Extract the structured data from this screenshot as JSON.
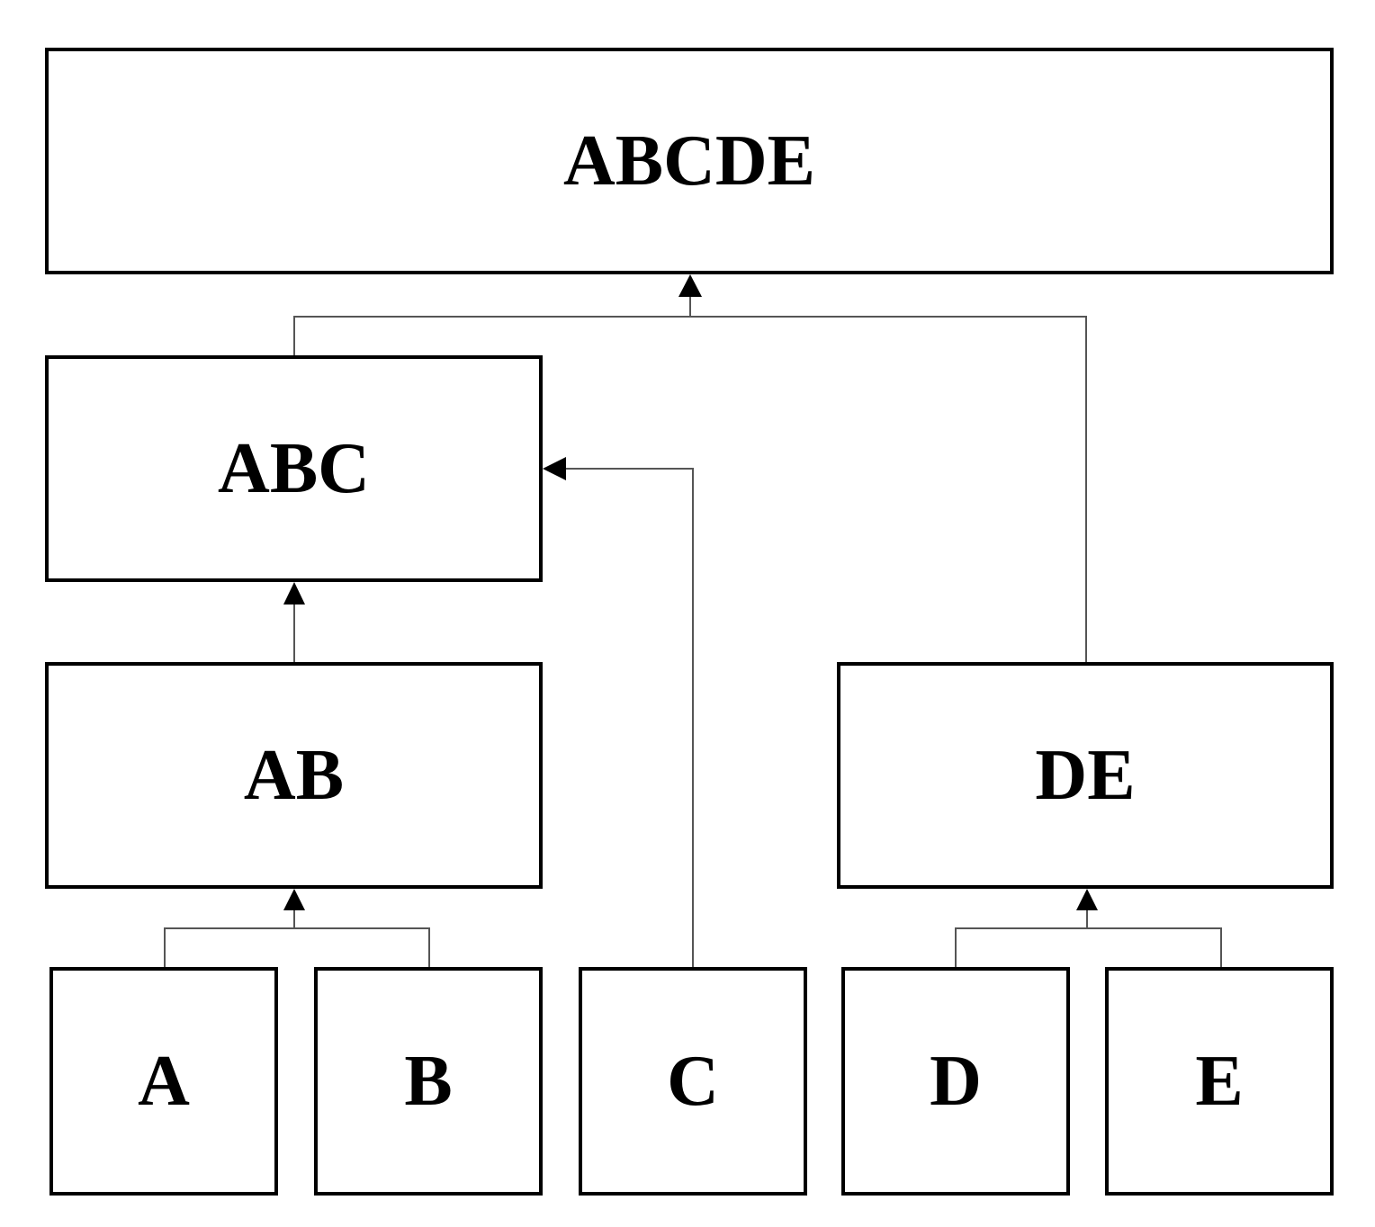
{
  "nodes": {
    "abcde": {
      "label": "ABCDE"
    },
    "abc": {
      "label": "ABC"
    },
    "ab": {
      "label": "AB"
    },
    "de": {
      "label": "DE"
    },
    "a": {
      "label": "A"
    },
    "b": {
      "label": "B"
    },
    "c": {
      "label": "C"
    },
    "d": {
      "label": "D"
    },
    "e": {
      "label": "E"
    }
  },
  "edges": [
    {
      "from": [
        "a",
        "b"
      ],
      "to": "ab"
    },
    {
      "from": [
        "ab"
      ],
      "to": "abc"
    },
    {
      "from": [
        "c"
      ],
      "to": "abc"
    },
    {
      "from": [
        "d",
        "e"
      ],
      "to": "de"
    },
    {
      "from": [
        "abc",
        "de"
      ],
      "to": "abcde"
    }
  ],
  "colors": {
    "stroke": "#000000",
    "connector": "#555555",
    "background": "#ffffff"
  }
}
